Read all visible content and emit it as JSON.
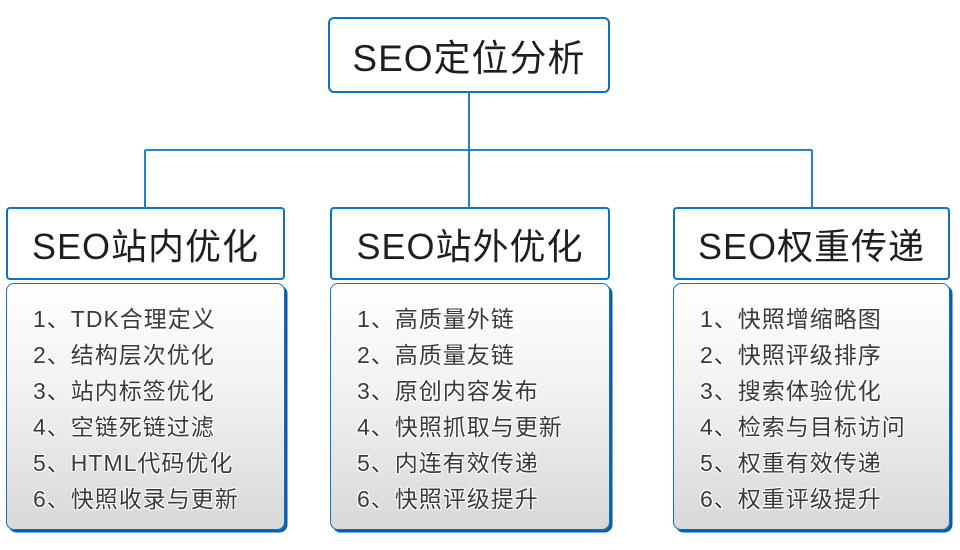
{
  "diagram": {
    "title": "SEO定位分析"
  },
  "columns": [
    {
      "title": "SEO站内优化",
      "items": [
        "1、TDK合理定义",
        "2、结构层次优化",
        "3、站内标签优化",
        "4、空链死链过滤",
        "5、HTML代码优化",
        "6、快照收录与更新"
      ]
    },
    {
      "title": "SEO站外优化",
      "items": [
        "1、高质量外链",
        "2、高质量友链",
        "3、原创内容发布",
        "4、快照抓取与更新",
        "5、内连有效传递",
        "6、快照评级提升"
      ]
    },
    {
      "title": "SEO权重传递",
      "items": [
        "1、快照增缩略图",
        "2、快照评级排序",
        "3、搜索体验优化",
        "4、检索与目标访问",
        "5、权重有效传递",
        "6、权重评级提升"
      ]
    }
  ],
  "colors": {
    "connector": "#0d72c0",
    "panel_border": "#0d72c0",
    "panel_shadow": "#0a5da6",
    "panel_gradient_top": "#ffffff",
    "panel_gradient_bottom": "#d8d8d8",
    "text": "#3a3a3a"
  }
}
